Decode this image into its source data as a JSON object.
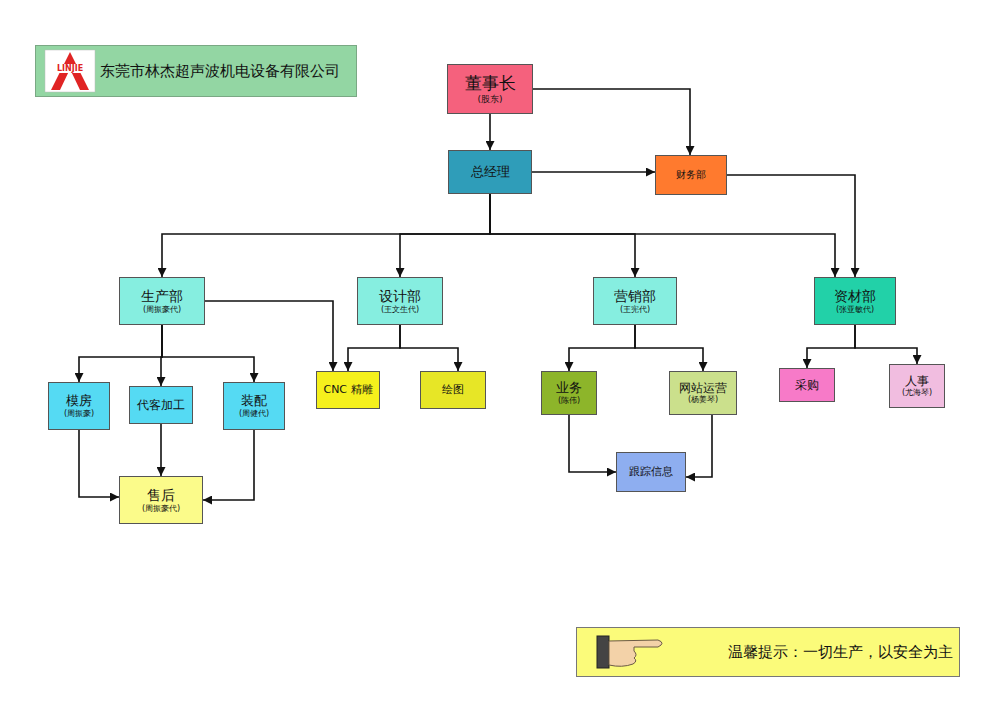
{
  "diagram": {
    "nodes": [
      {
        "text": [
          "东莞市林杰超声波机电设备有限公司"
        ]
      },
      {
        "text": [
          "董事长",
          "(股东)"
        ]
      },
      {
        "text": [
          "总经理"
        ]
      },
      {
        "text": [
          "财务部"
        ]
      },
      {
        "text": [
          "生产部",
          "(周振豪代)"
        ]
      },
      {
        "text": [
          "设计部",
          "(王文生代)"
        ]
      },
      {
        "text": [
          "营销部",
          "(王宪代)"
        ]
      },
      {
        "text": [
          "资材部",
          "(张亚敏代)"
        ]
      },
      {
        "text": [
          "模房",
          "(周振豪)"
        ]
      },
      {
        "text": [
          "代客加工"
        ]
      },
      {
        "text": [
          "装配",
          "(周健代)"
        ]
      },
      {
        "text": [
          "CNC 精雕"
        ]
      },
      {
        "text": [
          "绘图"
        ]
      },
      {
        "text": [
          "业务",
          "(陈伟)"
        ]
      },
      {
        "text": [
          "网站运营",
          "(杨姜琴)"
        ]
      },
      {
        "text": [
          "采购"
        ]
      },
      {
        "text": [
          "人事",
          "(尤海琴)"
        ]
      },
      {
        "text": [
          "售后",
          "(周振豪代)"
        ]
      },
      {
        "text": [
          "跟踪信息"
        ]
      },
      {
        "text": [
          "温馨提示：一切生产，以安全为主"
        ]
      }
    ],
    "edges": [
      {
        "from": 1,
        "to": 2,
        "arrow": "to"
      },
      {
        "from": 1,
        "to": 3,
        "arrow": "to"
      },
      {
        "from": 2,
        "to": 3,
        "arrow": "to"
      },
      {
        "from": 3,
        "to": 7,
        "arrow": "to"
      },
      {
        "from": 2,
        "to": 4,
        "arrow": "to"
      },
      {
        "from": 2,
        "to": 5,
        "arrow": "to"
      },
      {
        "from": 2,
        "to": 6,
        "arrow": "to"
      },
      {
        "from": 2,
        "to": 7,
        "arrow": "to"
      },
      {
        "from": 4,
        "to": 11,
        "arrow": "to"
      },
      {
        "from": 5,
        "to": 11,
        "arrow": "to"
      },
      {
        "from": 5,
        "to": 12,
        "arrow": "to"
      },
      {
        "from": 4,
        "to": 8,
        "arrow": "to"
      },
      {
        "from": 4,
        "to": 9,
        "arrow": "to"
      },
      {
        "from": 4,
        "to": 10,
        "arrow": "to"
      },
      {
        "from": 8,
        "to": 17,
        "arrow": "to"
      },
      {
        "from": 9,
        "to": 17,
        "arrow": "to"
      },
      {
        "from": 10,
        "to": 17,
        "arrow": "to"
      },
      {
        "from": 6,
        "to": 13,
        "arrow": "to"
      },
      {
        "from": 6,
        "to": 14,
        "arrow": "to"
      },
      {
        "from": 13,
        "to": 18,
        "arrow": "to"
      },
      {
        "from": 14,
        "to": 18,
        "arrow": "to"
      },
      {
        "from": 7,
        "to": 15,
        "arrow": "to"
      },
      {
        "from": 7,
        "to": 16,
        "arrow": "to"
      }
    ],
    "labels": [
      "LINJIE"
    ]
  }
}
